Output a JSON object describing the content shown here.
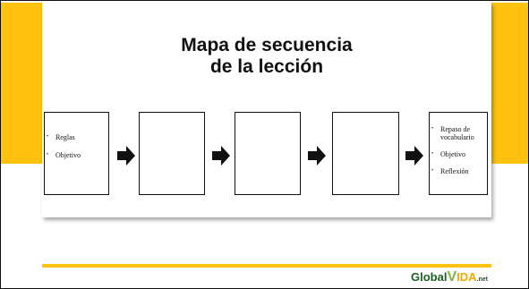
{
  "title": {
    "line1": "Mapa de secuencia",
    "line2": "de la lección"
  },
  "boxes": [
    {
      "items": [
        "Reglas",
        "Objetivo"
      ]
    },
    {
      "items": []
    },
    {
      "items": []
    },
    {
      "items": []
    },
    {
      "items": [
        "Repaso de vocabulario",
        "Objetivo",
        "Reflexión"
      ]
    }
  ],
  "logo": {
    "global": "Global",
    "v": "V",
    "ida": "IDA",
    "net": ".net"
  },
  "colors": {
    "accent": "#FFC20E",
    "frame": "#111111",
    "logo_green": "#1B5E20",
    "logo_yellow": "#F7A800"
  },
  "icons": [
    "arrow-right-icon"
  ]
}
